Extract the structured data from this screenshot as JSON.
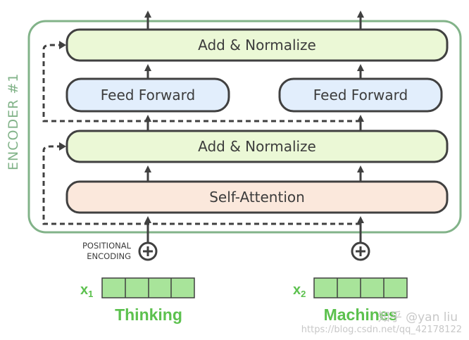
{
  "encoder": {
    "label": "ENCODER #1",
    "add_normalize_top": "Add & Normalize",
    "add_normalize_bottom": "Add & Normalize",
    "self_attention": "Self-Attention",
    "feed_forward_left": "Feed Forward",
    "feed_forward_right": "Feed Forward"
  },
  "positional_encoding": {
    "line1": "POSITIONAL",
    "line2": "ENCODING"
  },
  "inputs": [
    {
      "symbol": "x",
      "subscript": "1",
      "word": "Thinking"
    },
    {
      "symbol": "x",
      "subscript": "2",
      "word": "Machines"
    }
  ],
  "watermark": {
    "text": "知乎 @yan liu",
    "url": "https://blog.csdn.net/qq_42178122"
  },
  "colors": {
    "encoder_border": "#82b389",
    "add_normalize_fill": "#ebf8d6",
    "feed_forward_fill": "#e2eefc",
    "self_attention_fill": "#fbe8dc",
    "embedding_fill": "#a8e49a",
    "word_green": "#5cc14e",
    "stroke": "#404040"
  }
}
